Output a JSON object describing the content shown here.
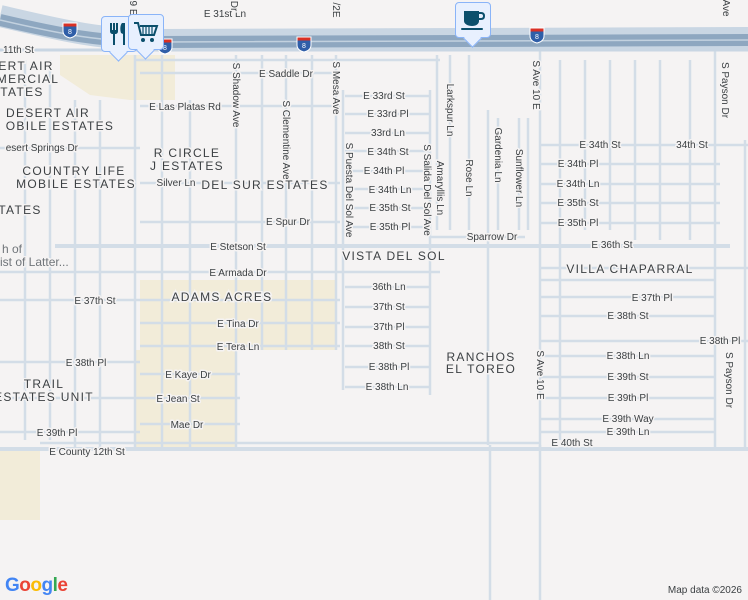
{
  "map": {
    "colors": {
      "land": "#f5f3f3",
      "road": "#d3dde7",
      "highway": "#8ea7c0",
      "highway_edge": "#c9d6e3",
      "residential": "#f2ecd9",
      "poi": "#0b4f6c"
    },
    "highway_shield": "8",
    "streets": [
      "E 31st Ln",
      "11th St",
      "E Saddle Dr",
      "E Las Platas Rd",
      "esert Springs Dr",
      "Silver Ln",
      "E Spur Dr",
      "E Stetson St",
      "E Armada Dr",
      "E 37th St",
      "E Tina Dr",
      "E Tera Ln",
      "E 38th Pl",
      "E Kaye Dr",
      "E Jean St",
      "E 39th Pl",
      "Mae Dr",
      "E County 12th St",
      "E 33rd St",
      "E 33rd Pl",
      "33rd Ln",
      "E 34th St",
      "E 34th Pl",
      "E 34th Ln",
      "E 35th St",
      "E 35th Pl",
      "Sparrow Dr",
      "E 34th St",
      "34th St",
      "E 34th Pl",
      "E 34th Ln",
      "E 35th St",
      "E 35th Pl",
      "E 36th St",
      "36th Ln",
      "37th St",
      "37th Pl",
      "38th St",
      "E 38th Pl",
      "E 38th Ln",
      "E 37th Pl",
      "E 38th St",
      "E 38th Pl",
      "E 38th Ln",
      "E 39th St",
      "E 39th Pl",
      "E 39th Way",
      "E 39th Ln",
      "E 40th St"
    ],
    "vertical_streets": [
      "S Shadow Ave",
      "S Clementine Ave",
      "S Mesa Ave",
      "S Puesta Del Sol Ave",
      "S Salida Del Sol Ave",
      "Larkspur Ln",
      "Amaryllis Ln",
      "Rose Ln",
      "Gardenia Ln",
      "Sunflower Ln",
      "S Ave 10 E",
      "S Ave 10 E",
      "S Payson Dr",
      "S Payson Dr",
      "Dr",
      "9 E",
      "/2E",
      "Ave"
    ],
    "areas": [
      "ERT AIR",
      "MERCIAL",
      "TATES",
      "DESERT AIR",
      "OBILE ESTATES",
      "COUNTRY LIFE",
      "MOBILE ESTATES",
      "R CIRCLE",
      "J ESTATES",
      "DEL SUR ESTATES",
      "TATES",
      "VISTA DEL SOL",
      "VILLA CHAPARRAL",
      "ADAMS ACRES",
      "RANCHOS",
      "EL TOREO",
      "TRAIL",
      "ESTATES UNIT"
    ],
    "pois": [
      "h of",
      "ist of Latter..."
    ],
    "pins": [
      {
        "icon": "restaurant-icon"
      },
      {
        "icon": "shopping-cart-icon"
      },
      {
        "icon": "cafe-icon"
      }
    ]
  },
  "footer": {
    "logo": "Google",
    "credit": "Map data ©2026"
  }
}
